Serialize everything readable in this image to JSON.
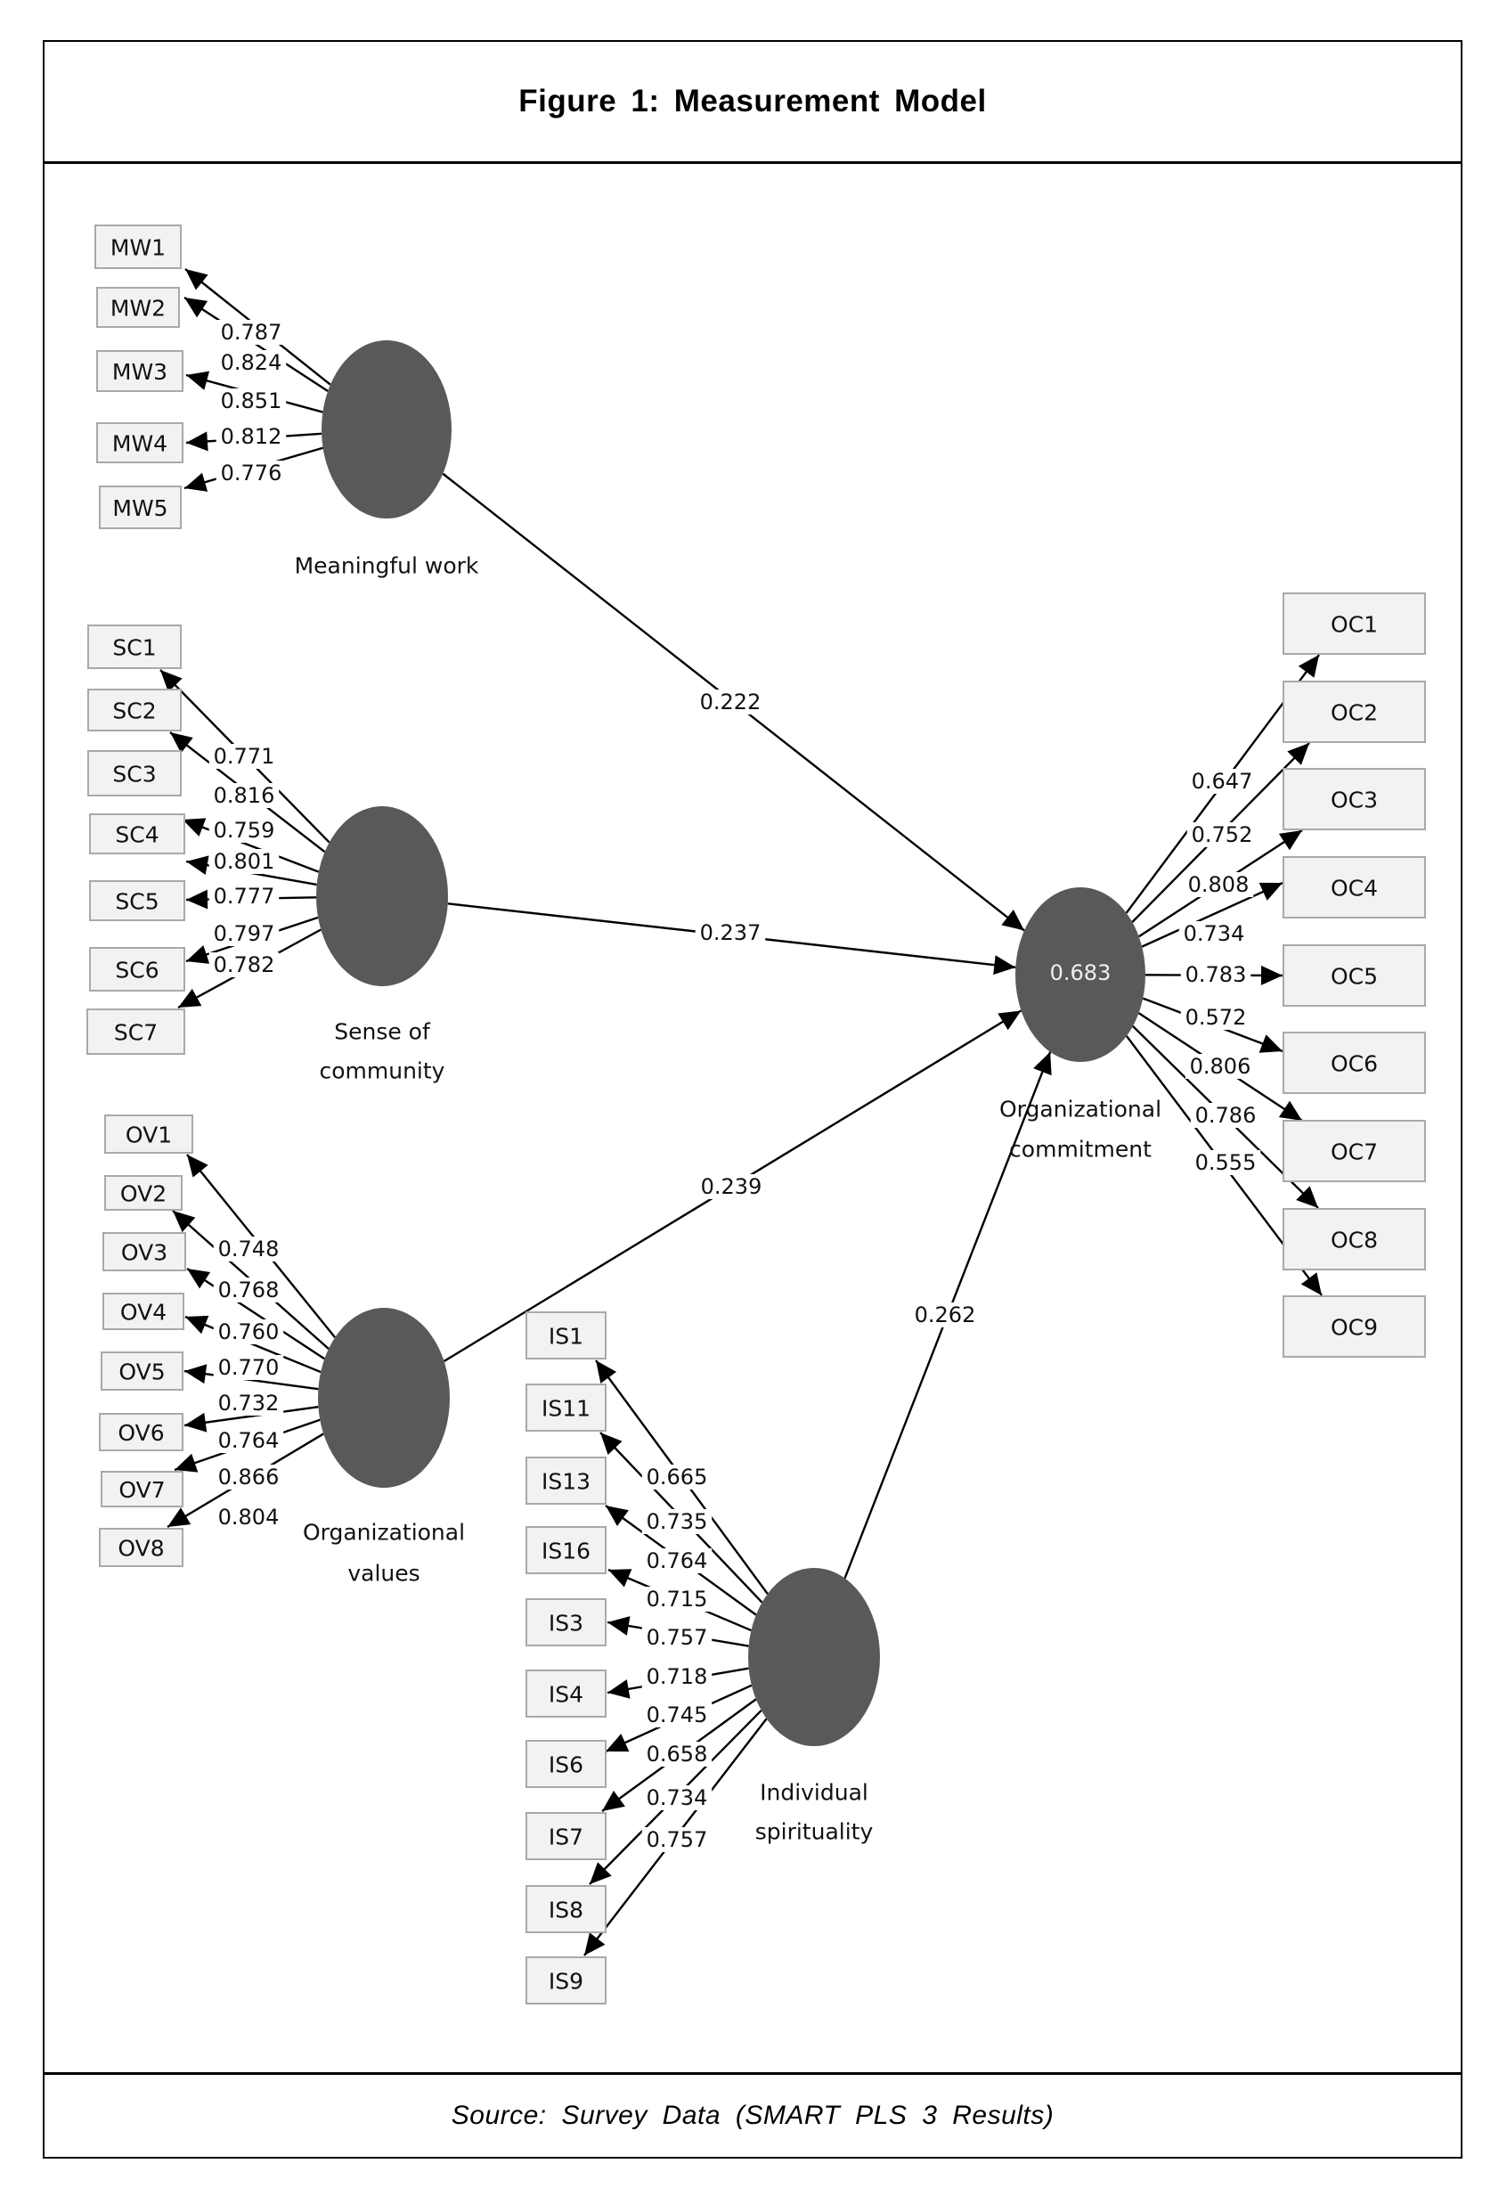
{
  "figure": {
    "title": "Figure 1: Measurement Model",
    "source": "Source: Survey Data (SMART PLS 3 Results)"
  },
  "colors": {
    "latent_fill": "#595959",
    "indicator_fill": "#f2f2f2",
    "indicator_border": "#a9a9a9",
    "edge": "#000000"
  },
  "constructs": {
    "MW": {
      "name_lines": [
        "Meaningful work"
      ],
      "indicators": [
        {
          "id": "MW1",
          "loading": "0.787"
        },
        {
          "id": "MW2",
          "loading": "0.824"
        },
        {
          "id": "MW3",
          "loading": "0.851"
        },
        {
          "id": "MW4",
          "loading": "0.812"
        },
        {
          "id": "MW5",
          "loading": "0.776"
        }
      ]
    },
    "SC": {
      "name_lines": [
        "Sense of",
        "community"
      ],
      "indicators": [
        {
          "id": "SC1",
          "loading": "0.771"
        },
        {
          "id": "SC2",
          "loading": "0.816"
        },
        {
          "id": "SC3",
          "loading": "0.759"
        },
        {
          "id": "SC4",
          "loading": "0.801"
        },
        {
          "id": "SC5",
          "loading": "0.777"
        },
        {
          "id": "SC6",
          "loading": "0.797"
        },
        {
          "id": "SC7",
          "loading": "0.782"
        }
      ]
    },
    "OV": {
      "name_lines": [
        "Organizational",
        "values"
      ],
      "indicators": [
        {
          "id": "OV1",
          "loading": "0.748"
        },
        {
          "id": "OV2",
          "loading": "0.768"
        },
        {
          "id": "OV3",
          "loading": "0.760"
        },
        {
          "id": "OV4",
          "loading": "0.770"
        },
        {
          "id": "OV5",
          "loading": "0.732"
        },
        {
          "id": "OV6",
          "loading": "0.764"
        },
        {
          "id": "OV7",
          "loading": "0.866"
        },
        {
          "id": "OV8",
          "loading": "0.804"
        }
      ]
    },
    "IS": {
      "name_lines": [
        "Individual",
        "spirituality"
      ],
      "indicators": [
        {
          "id": "IS1",
          "loading": "0.665"
        },
        {
          "id": "IS11",
          "loading": "0.735"
        },
        {
          "id": "IS13",
          "loading": "0.764"
        },
        {
          "id": "IS16",
          "loading": "0.715"
        },
        {
          "id": "IS3",
          "loading": "0.757"
        },
        {
          "id": "IS4",
          "loading": "0.718"
        },
        {
          "id": "IS6",
          "loading": "0.745"
        },
        {
          "id": "IS7",
          "loading": "0.658"
        },
        {
          "id": "IS8",
          "loading": "0.734"
        },
        {
          "id": "IS9",
          "loading": "0.757"
        }
      ]
    },
    "OC": {
      "name_lines": [
        "Organizational",
        "commitment"
      ],
      "r_squared": "0.683",
      "indicators": [
        {
          "id": "OC1",
          "loading": "0.647"
        },
        {
          "id": "OC2",
          "loading": "0.752"
        },
        {
          "id": "OC3",
          "loading": "0.808"
        },
        {
          "id": "OC4",
          "loading": "0.734"
        },
        {
          "id": "OC5",
          "loading": "0.783"
        },
        {
          "id": "OC6",
          "loading": "0.572"
        },
        {
          "id": "OC7",
          "loading": "0.806"
        },
        {
          "id": "OC8",
          "loading": "0.786"
        },
        {
          "id": "OC9",
          "loading": "0.555"
        }
      ]
    }
  },
  "paths": [
    {
      "from": "MW",
      "to": "OC",
      "coefficient": "0.222"
    },
    {
      "from": "SC",
      "to": "OC",
      "coefficient": "0.237"
    },
    {
      "from": "OV",
      "to": "OC",
      "coefficient": "0.239"
    },
    {
      "from": "IS",
      "to": "OC",
      "coefficient": "0.262"
    }
  ]
}
